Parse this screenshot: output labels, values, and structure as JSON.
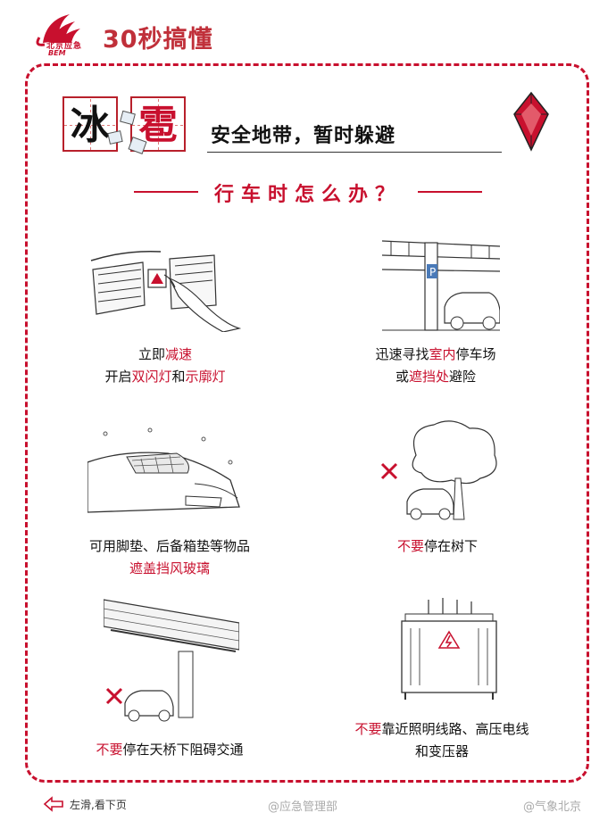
{
  "header": {
    "logo_text": "北京应急",
    "logo_sub": "BEM",
    "title": "30秒搞懂"
  },
  "banner": {
    "char1": "冰",
    "char2": "雹",
    "subtitle": "安全地带，暂时躲避"
  },
  "section": {
    "title": "行车时怎么办？"
  },
  "tips": [
    {
      "parts": [
        [
          "立即",
          "n"
        ],
        [
          "减速",
          "r"
        ]
      ],
      "parts2": [
        [
          "开启",
          "n"
        ],
        [
          "双闪灯",
          "r"
        ],
        [
          "和",
          "n"
        ],
        [
          "示廓灯",
          "r"
        ]
      ]
    },
    {
      "parts": [
        [
          "迅速寻找",
          "n"
        ],
        [
          "室内",
          "r"
        ],
        [
          "停车场",
          "n"
        ]
      ],
      "parts2": [
        [
          "或",
          "n"
        ],
        [
          "遮挡处",
          "r"
        ],
        [
          "避险",
          "n"
        ]
      ]
    },
    {
      "parts": [
        [
          "可用脚垫、后备箱垫等物品",
          "n"
        ]
      ],
      "parts2": [
        [
          "遮盖挡风玻璃",
          "r"
        ]
      ]
    },
    {
      "parts": [
        [
          "不要",
          "r"
        ],
        [
          "停在树下",
          "n"
        ]
      ],
      "parts2": []
    },
    {
      "parts": [
        [
          "不要",
          "r"
        ],
        [
          "停在天桥下阻碍交通",
          "n"
        ]
      ],
      "parts2": []
    },
    {
      "parts": [
        [
          "不要",
          "r"
        ],
        [
          "靠近照明线路、高压电线",
          "n"
        ]
      ],
      "parts2": [
        [
          "和变压器",
          "n"
        ]
      ]
    }
  ],
  "footer": {
    "swipe_hint": "左滑,看下页",
    "watermark1": "@应急管理部",
    "watermark2": "@气象北京"
  },
  "parking_sign": "P",
  "colors": {
    "accent": "#c8102e",
    "frame": "#c8102e"
  }
}
